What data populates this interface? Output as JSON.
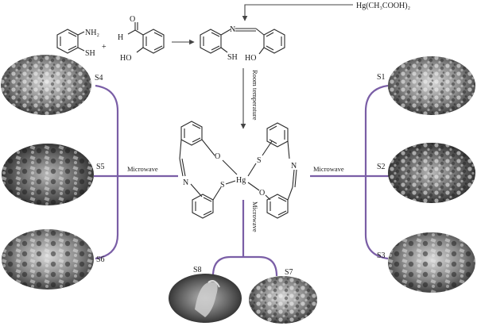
{
  "reagent": "Hg(CH₃COOH)₂",
  "r1": {
    "nh2": "NH₂",
    "sh": "SH"
  },
  "r2": {
    "h": "H",
    "ho": "HO"
  },
  "ligand": {
    "n": "N",
    "sh": "SH",
    "ho": "HO"
  },
  "plus": "+",
  "step_room": "Room temperature",
  "complex": {
    "o": "O",
    "n": "N",
    "s": "S",
    "hg": "Hg"
  },
  "mw_left": "Microwave",
  "mw_right": "Microwave",
  "mw_bottom": "Microwave",
  "samples": {
    "s1": "S1",
    "s2": "S2",
    "s3": "S3",
    "s4": "S4",
    "s5": "S5",
    "s6": "S6",
    "s7": "S7",
    "s8": "S8"
  },
  "colors": {
    "line": "#7a5ea6"
  }
}
